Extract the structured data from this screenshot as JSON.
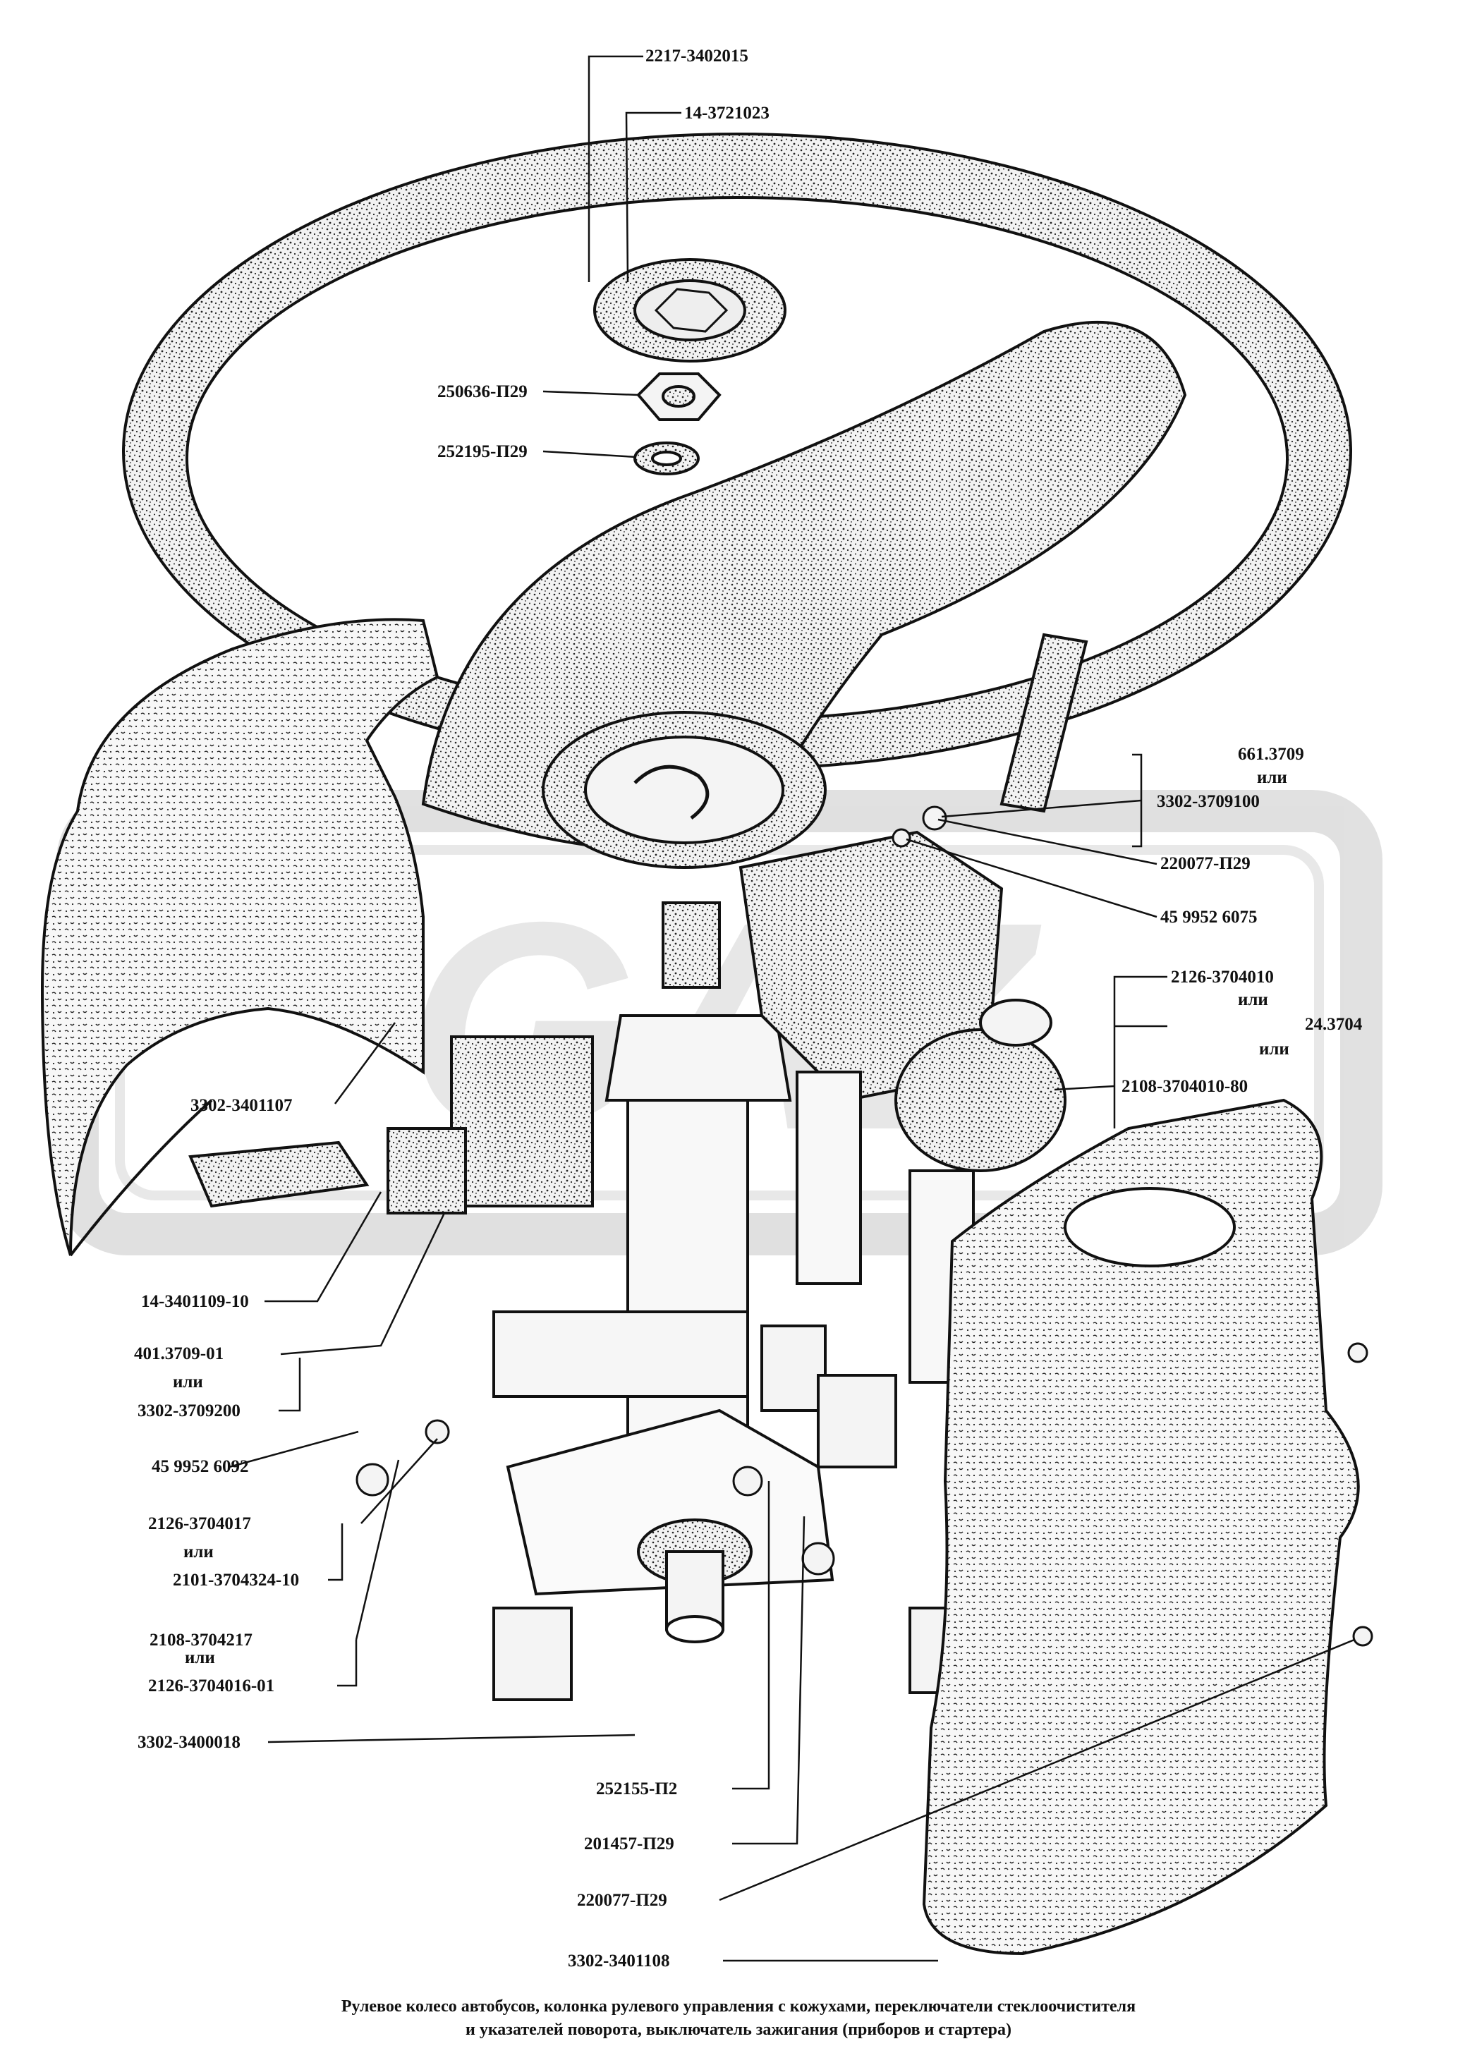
{
  "labels": {
    "steering_wheel": "2217-3402015",
    "horn_cap": "14-3721023",
    "nut": "250636-П29",
    "washer_top": "252195-П29",
    "wiper_switch_a": "661.3709",
    "wiper_switch_or": "или",
    "wiper_switch_b": "3302-3709100",
    "screw_right_top": "220077-П29",
    "bolt_right": "45 9952 6075",
    "ignition_a": "2126-3704010",
    "ignition_or_a": "или",
    "ignition_b": "24.3704",
    "ignition_or_b": "или",
    "ignition_c": "2108-3704010-80",
    "upper_shroud": "3302-3401107",
    "left_lever": "14-3401109-10",
    "turn_switch_a": "401.3709-01",
    "turn_switch_or": "или",
    "turn_switch_b": "3302-3709200",
    "bolt_left": "45 9952 6092",
    "lock_a": "2126-3704017",
    "lock_or": "или",
    "lock_b": "2101-3704324-10",
    "bracket_a": "2108-3704217",
    "bracket_or": "или",
    "bracket_b": "2126-3704016-01",
    "column": "3302-3400018",
    "washer_bottom": "252155-П2",
    "bolt_bottom": "201457-П29",
    "screw_bottom": "220077-П29",
    "lower_shroud": "3302-3401108"
  },
  "caption": {
    "line1": "Рулевое колесо автобусов, колонка рулевого управления с кожухами, переключатели стеклоочистителя",
    "line2": "и указателей поворота, выключатель зажигания (приборов и стартера)"
  },
  "watermark": "GAZ"
}
